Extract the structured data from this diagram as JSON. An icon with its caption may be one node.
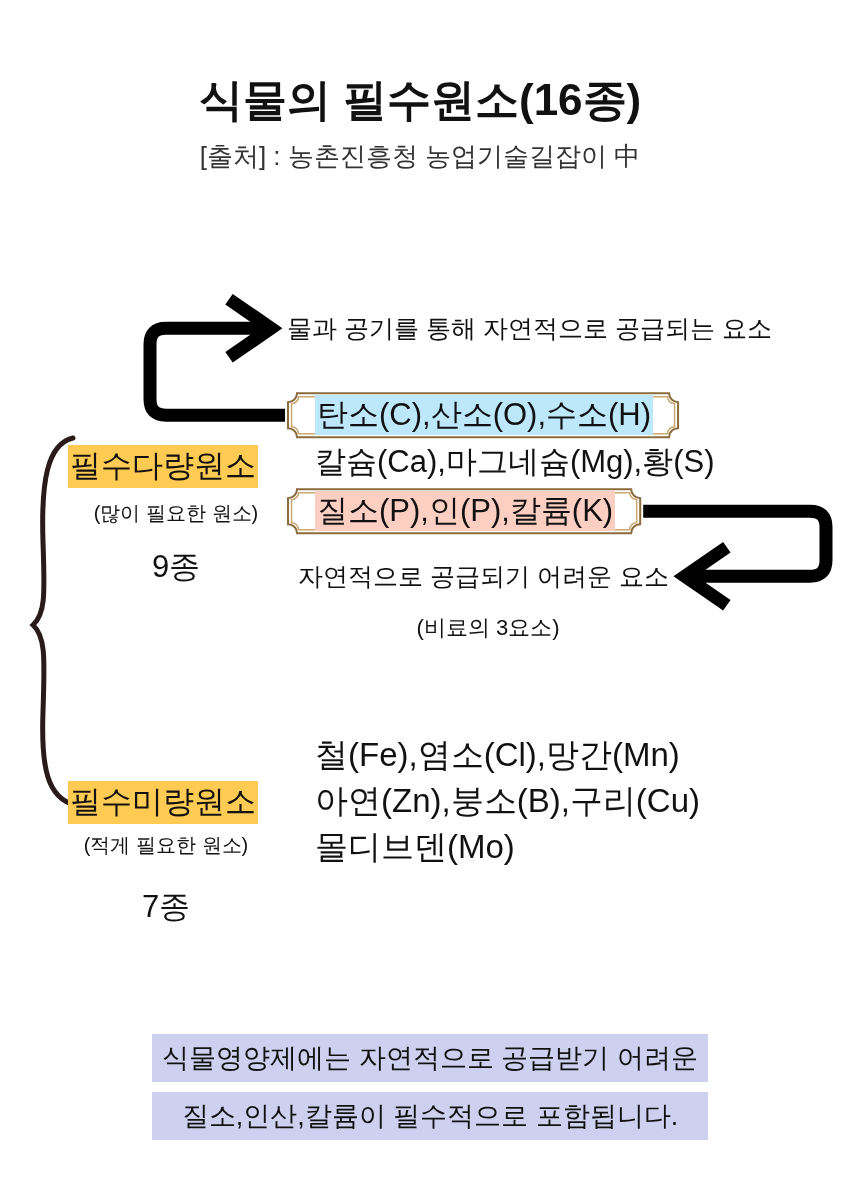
{
  "diagram": {
    "title": "식물의 필수원소(16종)",
    "nodes": [
      {
        "text": [
          "물과 공기를 통해 자연적으로 공급되는 요소"
        ]
      },
      {
        "text": [
          "탄소(C),산소(O),수소(H)"
        ]
      },
      {
        "text": [
          "필수다량원소"
        ],
        "beside": [
          "(많이 필요한 원소)",
          "9종"
        ]
      },
      {
        "text": [
          "질소(P),인(P),칼륨(K)"
        ]
      },
      {
        "text": [
          "자연적으로 공급되기 어려운 요소"
        ],
        "beside": [
          "(비료의 3요소)"
        ]
      },
      {
        "text": [
          "필수미량원소"
        ],
        "beside": [
          "(적게 필요한 원소)",
          "7종"
        ]
      },
      {
        "text": [
          "식물영양제에는 자연적으로 공급받기 어려운 질소,인산,칼륨이 필수적으로 포함됩니다."
        ]
      }
    ],
    "edges": [
      {
        "from": 1,
        "to": 0,
        "arrow": "to"
      },
      {
        "from": 3,
        "to": 4,
        "arrow": "to"
      }
    ],
    "labels": [
      "[출처] : 농촌진흥청 농업기술길잡이 中",
      "칼슘(Ca),마그네슘(Mg),황(S)",
      "철(Fe),염소(Cl),망간(Mn)",
      "아연(Zn),붕소(B),구리(Cu)",
      "몰디브덴(Mo)"
    ]
  }
}
